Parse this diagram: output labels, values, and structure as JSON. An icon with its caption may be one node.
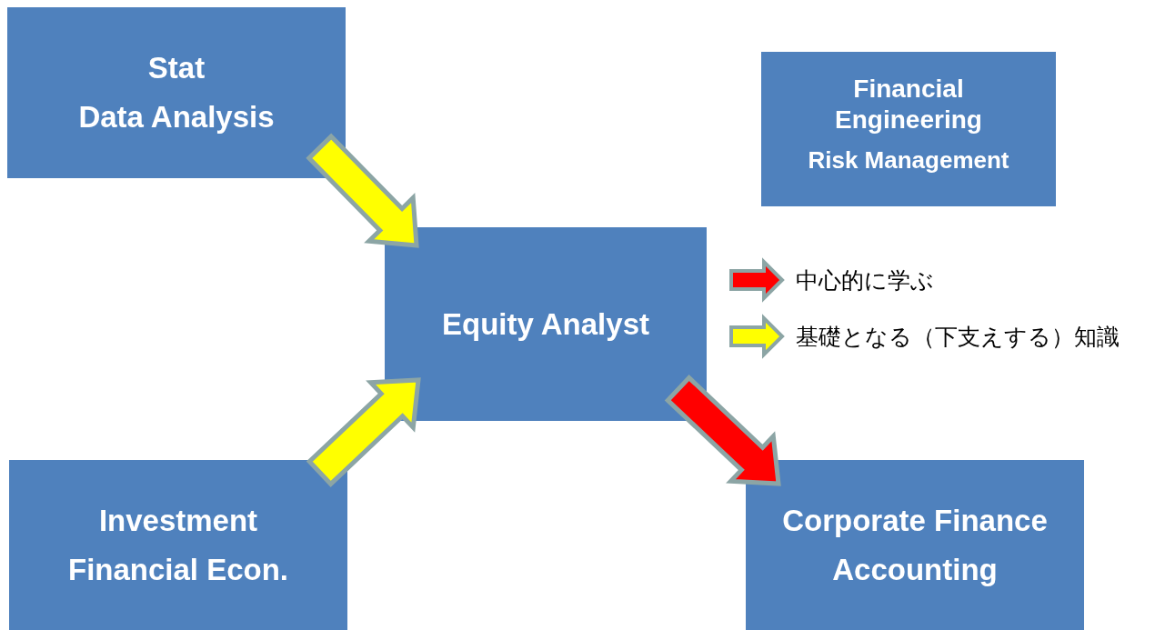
{
  "diagram": {
    "nodes": [
      {
        "text": [
          "Stat",
          "Data Analysis"
        ]
      },
      {
        "text": [
          "Financial Engineering",
          "Risk Management"
        ]
      },
      {
        "text": [
          "Equity Analyst"
        ]
      },
      {
        "text": [
          "Investment",
          "Financial Econ."
        ]
      },
      {
        "text": [
          "Corporate Finance",
          "Accounting"
        ]
      }
    ],
    "edges": [
      {
        "from": 0,
        "to": 2,
        "arrow": "to"
      },
      {
        "from": 3,
        "to": 2,
        "arrow": "to"
      },
      {
        "from": 2,
        "to": 4,
        "arrow": "to",
        "color": "#ff0000"
      }
    ],
    "legend": [
      {
        "text": "中心的に学ぶ",
        "color": "#ff0000"
      },
      {
        "text": "基礎となる（下支えする）知識",
        "color": "#ffff00"
      }
    ]
  }
}
